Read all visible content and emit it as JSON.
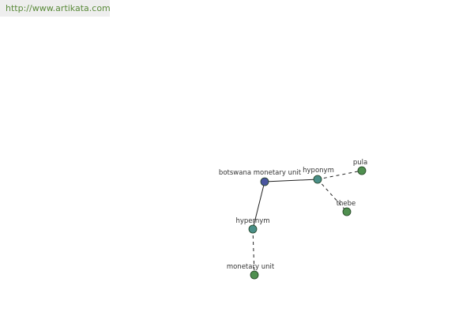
{
  "banner": {
    "url": "http://www.artikata.com"
  },
  "colors": {
    "banner_text": "#5a8a3a",
    "center_node": "#4a56a0",
    "relation_node": "#4a8f88",
    "leaf_node": "#4f8f4f"
  },
  "diagram": {
    "nodes": [
      {
        "id": "center",
        "label": "botswana monetary unit",
        "kind": "center"
      },
      {
        "id": "hyponym",
        "label": "hyponym",
        "kind": "relation"
      },
      {
        "id": "pula",
        "label": "pula",
        "kind": "leaf"
      },
      {
        "id": "thebe",
        "label": "thebe",
        "kind": "leaf"
      },
      {
        "id": "hypernym",
        "label": "hypernym",
        "kind": "relation"
      },
      {
        "id": "monetary_unit",
        "label": "monetary unit",
        "kind": "leaf"
      }
    ],
    "edges": [
      {
        "from": "center",
        "to": "hyponym",
        "style": "solid"
      },
      {
        "from": "center",
        "to": "hypernym",
        "style": "solid"
      },
      {
        "from": "hyponym",
        "to": "pula",
        "style": "dashed"
      },
      {
        "from": "hyponym",
        "to": "thebe",
        "style": "dashed"
      },
      {
        "from": "hypernym",
        "to": "monetary_unit",
        "style": "dashed"
      }
    ]
  }
}
